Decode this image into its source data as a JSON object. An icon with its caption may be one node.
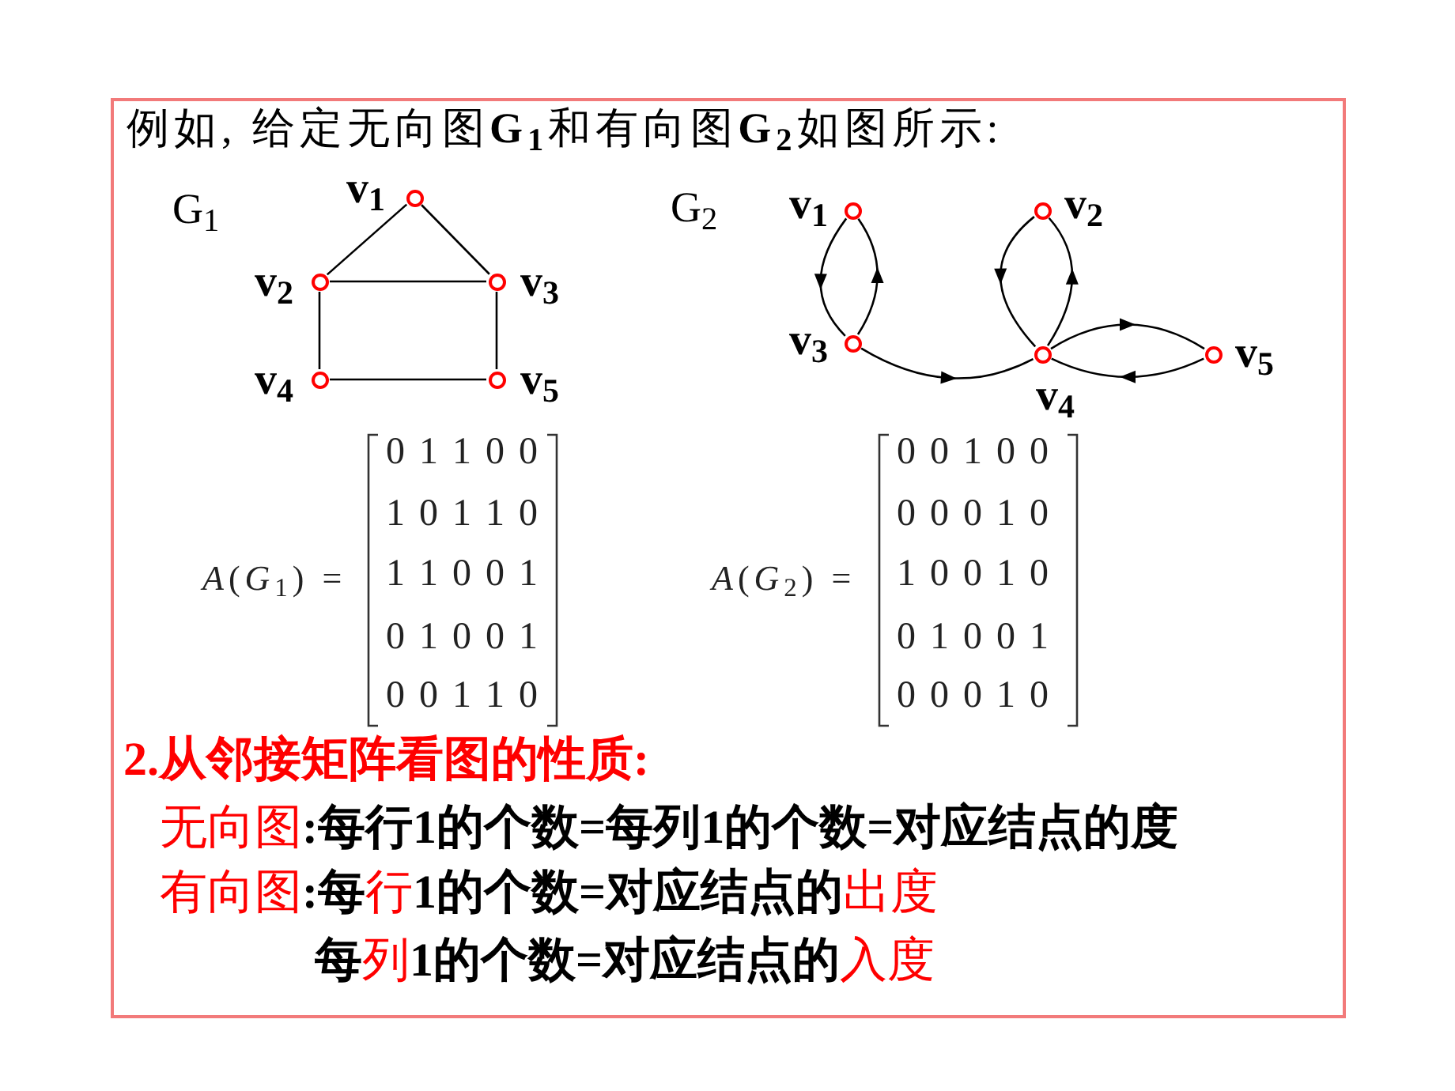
{
  "diagram": {
    "nodes": [
      {
        "text": [],
        "shape": "circle",
        "beside": [
          "v$_{1}$"
        ]
      },
      {
        "text": [],
        "shape": "circle",
        "beside": [
          "v$_{2}$"
        ]
      },
      {
        "text": [],
        "shape": "circle",
        "beside": [
          "v$_{3}$"
        ]
      },
      {
        "text": [],
        "shape": "circle",
        "beside": [
          "v$_{4}$"
        ]
      },
      {
        "text": [],
        "shape": "circle",
        "beside": [
          "v$_{5}$"
        ]
      },
      {
        "text": [],
        "shape": "circle",
        "beside": [
          "v$_{1}$"
        ]
      },
      {
        "text": [],
        "shape": "circle",
        "beside": [
          "v$_{2}$"
        ]
      },
      {
        "text": [],
        "shape": "circle",
        "beside": [
          "v$_{3}$"
        ]
      },
      {
        "text": [],
        "shape": "circle",
        "beside": [
          "v$_{4}$"
        ]
      },
      {
        "text": [],
        "shape": "circle",
        "beside": [
          "v$_{5}$"
        ]
      }
    ],
    "edges": [
      {
        "from": 0,
        "to": 1,
        "arrow": "none"
      },
      {
        "from": 0,
        "to": 2,
        "arrow": "none"
      },
      {
        "from": 1,
        "to": 2,
        "arrow": "none"
      },
      {
        "from": 1,
        "to": 3,
        "arrow": "none"
      },
      {
        "from": 2,
        "to": 4,
        "arrow": "none"
      },
      {
        "from": 3,
        "to": 4,
        "arrow": "none"
      },
      {
        "from": 5,
        "to": 7,
        "arrow": "to"
      },
      {
        "from": 7,
        "to": 5,
        "arrow": "to"
      },
      {
        "from": 6,
        "to": 8,
        "arrow": "to"
      },
      {
        "from": 8,
        "to": 6,
        "arrow": "to"
      },
      {
        "from": 7,
        "to": 8,
        "arrow": "to"
      },
      {
        "from": 8,
        "to": 9,
        "arrow": "to"
      },
      {
        "from": 9,
        "to": 8,
        "arrow": "to"
      }
    ],
    "labels": [
      "例如, 给定无向图**G$_{1}$**和有向图**G$_{2}$**如图所示:",
      "G$_{1}$",
      "G$_{2}$",
      "*A*(*G*$_{1}$) =",
      "0 1 1 0 0",
      "1 0 1 1 0",
      "1 1 0 0 1",
      "0 1 0 0 1",
      "0 0 1 1 0",
      "*A*(*G*$_{2}$) =",
      "0 0 1 0 0",
      "0 0 0 1 0",
      "1 0 0 1 0",
      "0 1 0 0 1",
      "0 0 0 1 0",
      "2.从邻接矩阵看图的性质:",
      "无向图**:每行1的个数=每列1的个数=对应结点的度**",
      "有向图**:每**行**1的个数=对应结点的**出度",
      "**每**列**1的个数=对应结点的**入度"
    ]
  }
}
